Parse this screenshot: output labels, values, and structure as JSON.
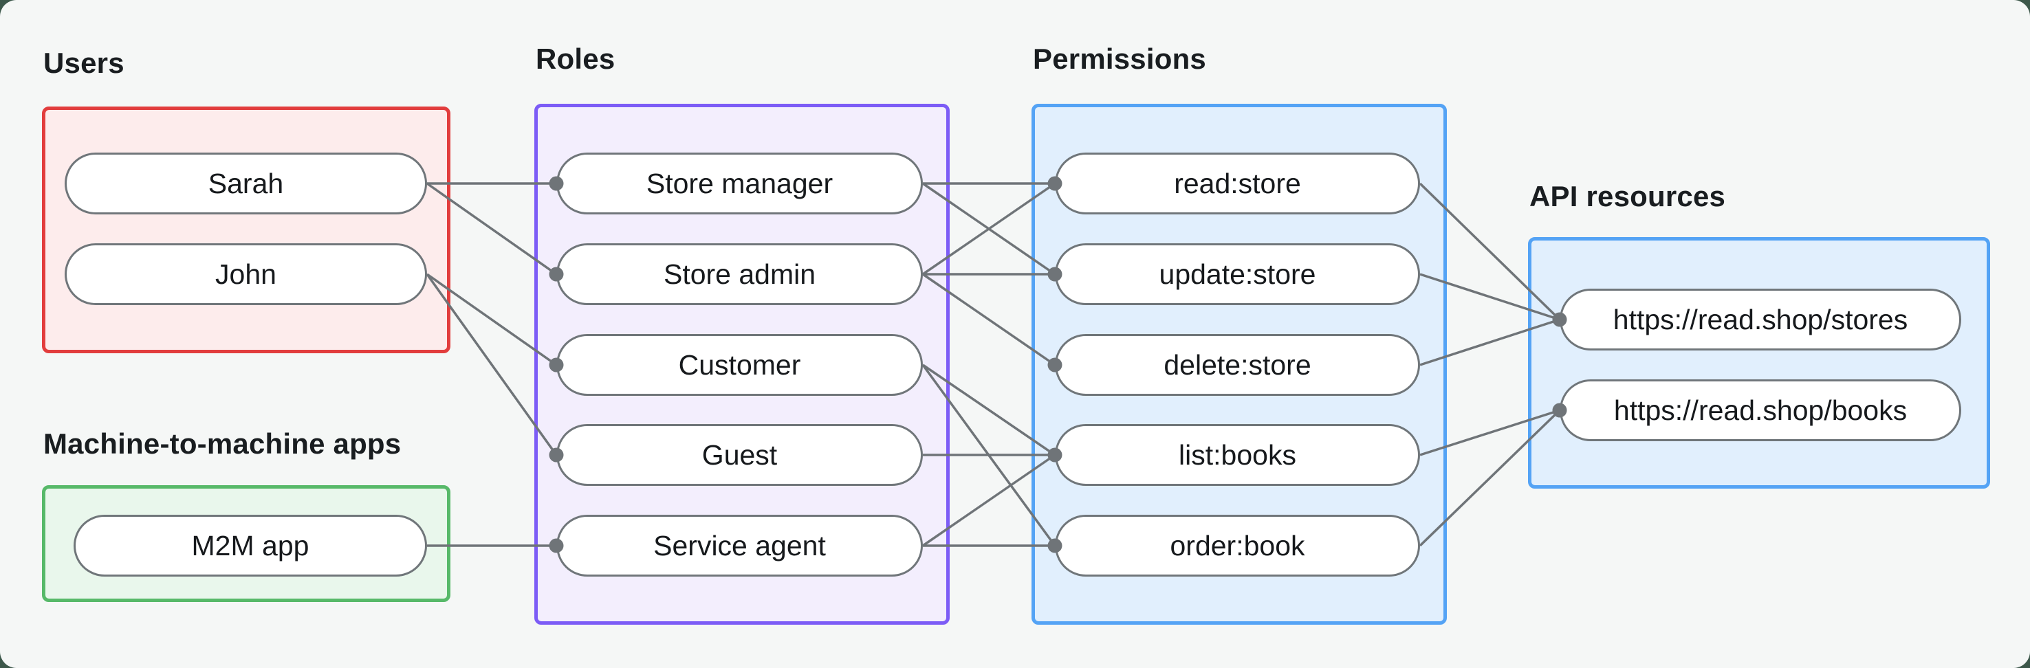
{
  "page": {
    "outer_background": "#3c574a",
    "card_background": "#f5f7f6",
    "stroke_color": "#6f7478",
    "text_color": "#16191c"
  },
  "groups": [
    {
      "id": "users",
      "title": "Users",
      "border_color": "#e23d3d",
      "fill_color": "#fdecec",
      "nodes": [
        {
          "id": "sarah",
          "label": "Sarah"
        },
        {
          "id": "john",
          "label": "John"
        }
      ]
    },
    {
      "id": "m2m",
      "title": "Machine-to-machine apps",
      "border_color": "#57b969",
      "fill_color": "#e9f7ec",
      "nodes": [
        {
          "id": "m2m_app",
          "label": "M2M app"
        }
      ]
    },
    {
      "id": "roles",
      "title": "Roles",
      "border_color": "#7c5cf6",
      "fill_color": "#f3eefd",
      "nodes": [
        {
          "id": "store_manager",
          "label": "Store manager"
        },
        {
          "id": "store_admin",
          "label": "Store admin"
        },
        {
          "id": "customer",
          "label": "Customer"
        },
        {
          "id": "guest",
          "label": "Guest"
        },
        {
          "id": "service_agent",
          "label": "Service agent"
        }
      ]
    },
    {
      "id": "permissions",
      "title": "Permissions",
      "border_color": "#54a3f5",
      "fill_color": "#e1effd",
      "nodes": [
        {
          "id": "read_store",
          "label": "read:store"
        },
        {
          "id": "update_store",
          "label": "update:store"
        },
        {
          "id": "delete_store",
          "label": "delete:store"
        },
        {
          "id": "list_books",
          "label": "list:books"
        },
        {
          "id": "order_book",
          "label": "order:book"
        }
      ]
    },
    {
      "id": "resources",
      "title": "API resources",
      "border_color": "#54a3f5",
      "fill_color": "#e1effd",
      "nodes": [
        {
          "id": "stores",
          "label": "https://read.shop/stores"
        },
        {
          "id": "books",
          "label": "https://read.shop/books"
        }
      ]
    }
  ],
  "edges": [
    [
      "sarah",
      "store_manager"
    ],
    [
      "sarah",
      "store_admin"
    ],
    [
      "john",
      "customer"
    ],
    [
      "john",
      "guest"
    ],
    [
      "m2m_app",
      "service_agent"
    ],
    [
      "store_manager",
      "read_store"
    ],
    [
      "store_manager",
      "update_store"
    ],
    [
      "store_admin",
      "read_store"
    ],
    [
      "store_admin",
      "update_store"
    ],
    [
      "store_admin",
      "delete_store"
    ],
    [
      "customer",
      "list_books"
    ],
    [
      "customer",
      "order_book"
    ],
    [
      "guest",
      "list_books"
    ],
    [
      "service_agent",
      "list_books"
    ],
    [
      "service_agent",
      "order_book"
    ],
    [
      "read_store",
      "stores"
    ],
    [
      "update_store",
      "stores"
    ],
    [
      "delete_store",
      "stores"
    ],
    [
      "list_books",
      "books"
    ],
    [
      "order_book",
      "books"
    ]
  ]
}
